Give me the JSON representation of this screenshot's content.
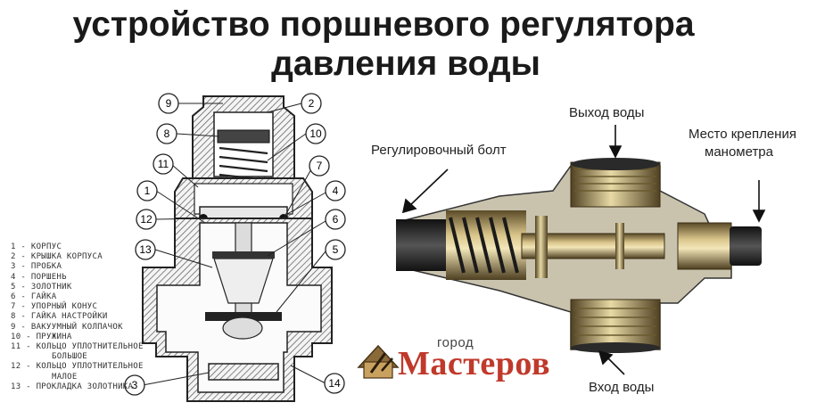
{
  "title": {
    "line1": "устройство поршневого регулятора",
    "line2": "давления воды"
  },
  "legend": [
    "1 - КОРПУС",
    "2 - КРЫШКА КОРПУСА",
    "3 - ПРОБКА",
    "4 - ПОРШЕНЬ",
    "5 - ЗОЛОТНИК",
    "6 - ГАЙКА",
    "7 - УПОРНЫЙ КОНУС",
    "8 - ГАЙКА НАСТРОЙКИ",
    "9 - ВАКУУМНЫЙ КОЛПАЧОК",
    "10 - ПРУЖИНА",
    "11 - КОЛЬЦО УПЛОТНИТЕЛЬНОЕ",
    "БОЛЬШОЕ",
    "12 - КОЛЬЦО УПЛОТНИТЕЛЬНОЕ",
    "МАЛОЕ",
    "13 - ПРОКЛАДКА ЗОЛОТНИКА"
  ],
  "callouts": [
    "9",
    "8",
    "11",
    "1",
    "12",
    "13",
    "2",
    "10",
    "7",
    "4",
    "6",
    "5",
    "3",
    "14"
  ],
  "photo_labels": {
    "outlet": "Выход воды",
    "bolt": "Регулировочный болт",
    "gauge_line1": "Место крепления",
    "gauge_line2": "манометра",
    "inlet": "Вход воды"
  },
  "brand": {
    "small": "город",
    "big": "Мастеров"
  }
}
